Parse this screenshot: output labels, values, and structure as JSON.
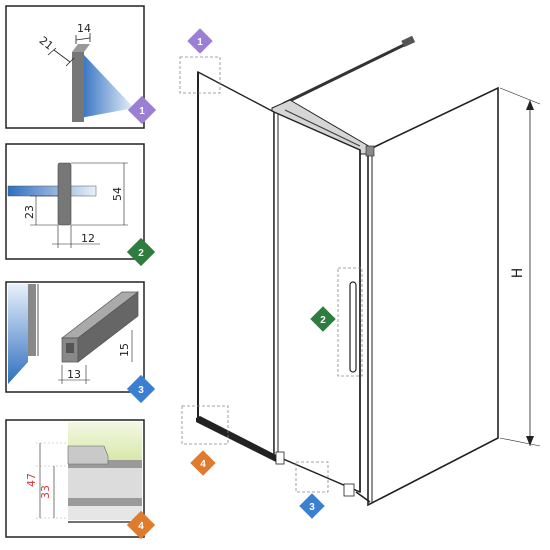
{
  "panels": [
    {
      "id": "p1",
      "badge": "1",
      "badge_color": "#9b7fd4",
      "dims": [
        "14",
        "21"
      ]
    },
    {
      "id": "p2",
      "badge": "2",
      "badge_color": "#2e7d3e",
      "dims": [
        "54",
        "23",
        "12"
      ]
    },
    {
      "id": "p3",
      "badge": "3",
      "badge_color": "#3a7fd0",
      "dims": [
        "15",
        "13"
      ]
    },
    {
      "id": "p4",
      "badge": "4",
      "badge_color": "#e07b2e",
      "dims": [
        "47",
        "33"
      ]
    }
  ],
  "main": {
    "height_label": "H",
    "callouts": [
      {
        "badge": "1",
        "color": "#9b7fd4"
      },
      {
        "badge": "2",
        "color": "#2e7d3e"
      },
      {
        "badge": "3",
        "color": "#3a7fd0"
      },
      {
        "badge": "4",
        "color": "#e07b2e"
      }
    ]
  }
}
